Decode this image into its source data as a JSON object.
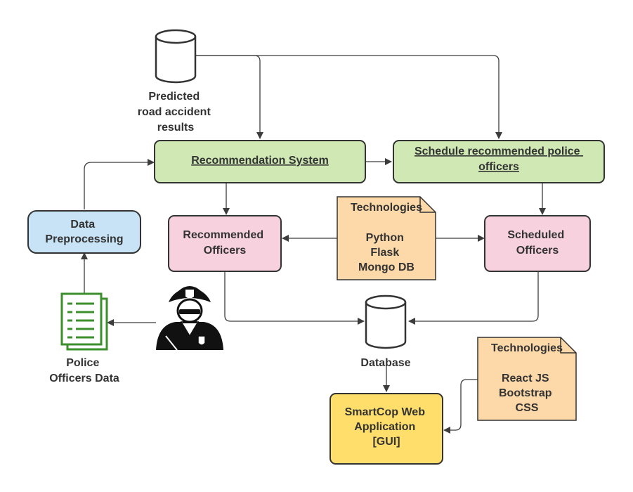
{
  "nodes": {
    "predicted_db": {
      "lines": [
        "Predicted",
        "road accident",
        "results"
      ]
    },
    "recommendation_system": {
      "lines": [
        "Recommendation System"
      ]
    },
    "schedule_officers": {
      "lines": [
        "Schedule recommended police",
        "officers"
      ]
    },
    "data_preprocessing": {
      "lines": [
        "Data",
        "Preprocessing"
      ]
    },
    "recommended_officers": {
      "lines": [
        "Recommended",
        "Officers"
      ]
    },
    "tech_backend": {
      "title": "Technologies",
      "lines": [
        "Python",
        "Flask",
        "Mongo DB"
      ]
    },
    "scheduled_officers": {
      "lines": [
        "Scheduled",
        "Officers"
      ]
    },
    "police_data": {
      "lines": [
        "Police",
        "Officers Data"
      ]
    },
    "database": {
      "lines": [
        "Database"
      ]
    },
    "tech_frontend": {
      "title": "Technologies",
      "lines": [
        "React JS",
        "Bootstrap",
        "CSS"
      ]
    },
    "web_app": {
      "lines": [
        "SmartCop Web",
        "Application",
        "[GUI]"
      ]
    }
  },
  "colors": {
    "green": "#cfe8b4",
    "blue": "#c7e3f5",
    "pink": "#f7d1de",
    "orange": "#fdd8a8",
    "yellow": "#ffde6b",
    "doc_green": "#3d8f2e",
    "stroke": "#3c3c3c"
  }
}
